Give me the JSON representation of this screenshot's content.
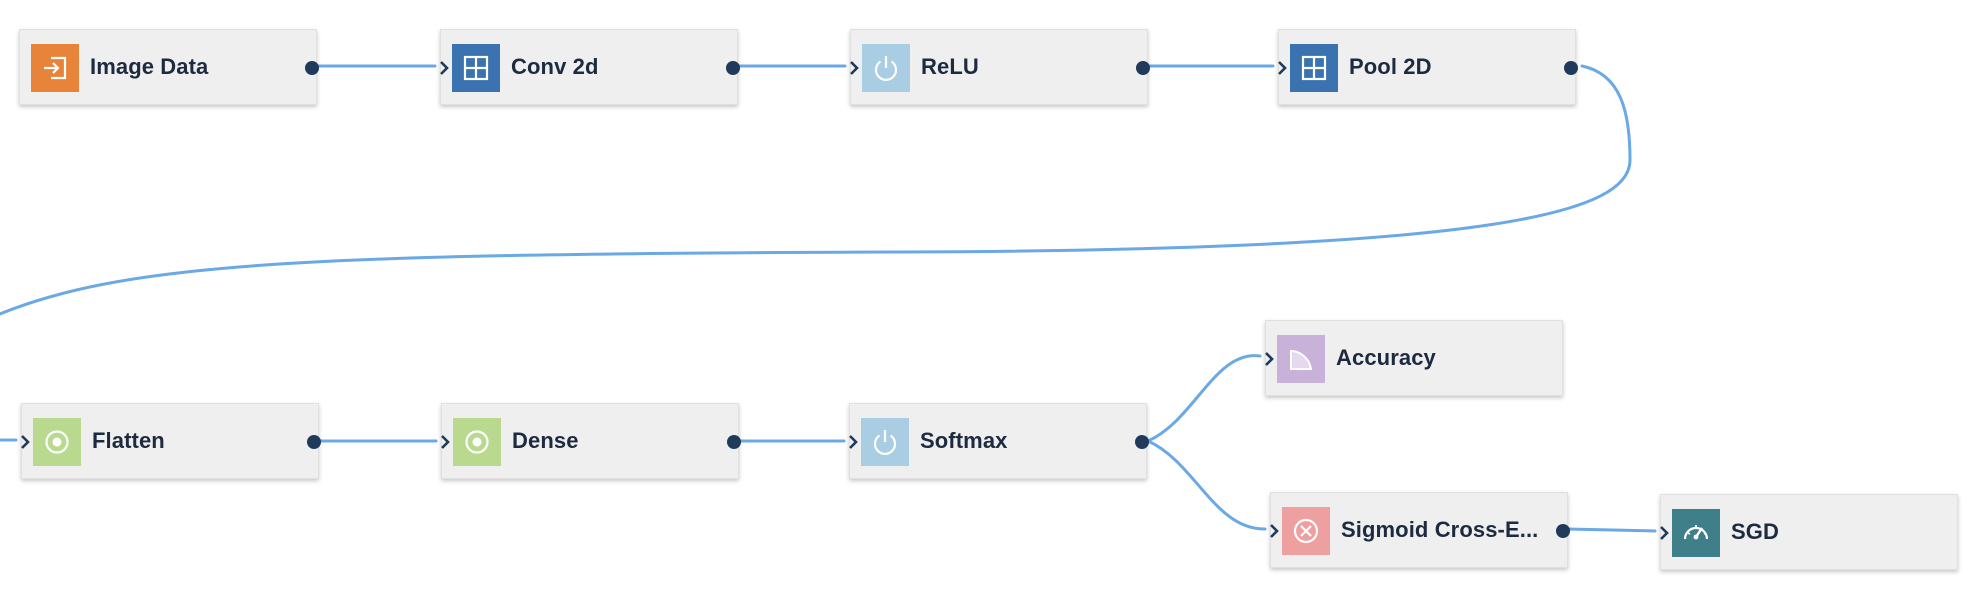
{
  "nodes": [
    {
      "id": "image-data",
      "label": "Image Data",
      "icon": "import-icon",
      "icon_bg": "#e8833a"
    },
    {
      "id": "conv-2d",
      "label": "Conv 2d",
      "icon": "grid-icon",
      "icon_bg": "#3a73b0"
    },
    {
      "id": "relu",
      "label": "ReLU",
      "icon": "power-icon",
      "icon_bg": "#a9cde3"
    },
    {
      "id": "pool-2d",
      "label": "Pool 2D",
      "icon": "grid-icon",
      "icon_bg": "#3a73b0"
    },
    {
      "id": "flatten",
      "label": "Flatten",
      "icon": "target-icon",
      "icon_bg": "#b9d98f"
    },
    {
      "id": "dense",
      "label": "Dense",
      "icon": "target-icon",
      "icon_bg": "#b9d98f"
    },
    {
      "id": "softmax",
      "label": "Softmax",
      "icon": "power-icon",
      "icon_bg": "#a9cde3"
    },
    {
      "id": "accuracy",
      "label": "Accuracy",
      "icon": "accuracy-icon",
      "icon_bg": "#c9b2d9"
    },
    {
      "id": "sigmoid-cross-entropy",
      "label": "Sigmoid Cross-E...",
      "icon": "close-circle-icon",
      "icon_bg": "#eea0a0"
    },
    {
      "id": "sgd",
      "label": "SGD",
      "icon": "speedometer-icon",
      "icon_bg": "#3f7f8a"
    }
  ],
  "links": [
    {
      "from": "image-data",
      "to": "conv-2d"
    },
    {
      "from": "conv-2d",
      "to": "relu"
    },
    {
      "from": "relu",
      "to": "pool-2d"
    },
    {
      "from": "pool-2d",
      "to": "flatten"
    },
    {
      "from": "flatten",
      "to": "dense"
    },
    {
      "from": "dense",
      "to": "softmax"
    },
    {
      "from": "softmax",
      "to": "accuracy"
    },
    {
      "from": "softmax",
      "to": "sigmoid-cross-entropy"
    },
    {
      "from": "sigmoid-cross-entropy",
      "to": "sgd"
    }
  ],
  "colors": {
    "link": "#6aa8e6",
    "port": "#1f3a5a",
    "node_bg": "#efefef",
    "label": "#1d2a3f"
  }
}
